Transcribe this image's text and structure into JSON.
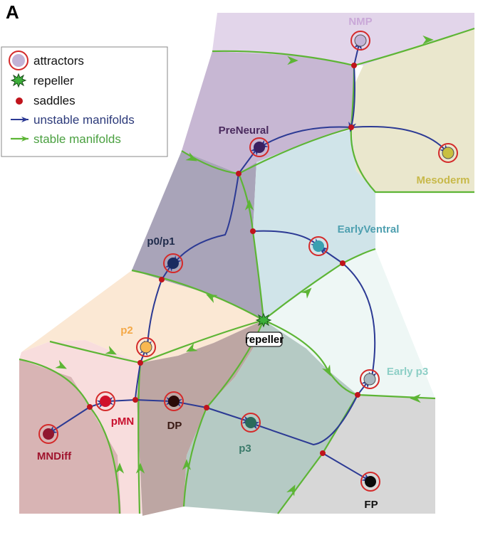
{
  "panel_letter": "A",
  "legend": {
    "attractors": "attractors",
    "repeller": "repeller",
    "saddles": "saddles",
    "unstable": "unstable manifolds",
    "stable": "stable manifolds"
  },
  "colors": {
    "stable": "#5db535",
    "unstable": "#2c3a94",
    "saddle": "#c0141c",
    "attractor_ring": "#d42a2a"
  },
  "attractors": {
    "NMP": "NMP",
    "PreNeural": "PreNeural",
    "Mesoderm": "Mesoderm",
    "EarlyVentral": "EarlyVentral",
    "p0p1": "p0/p1",
    "p2": "p2",
    "Earlyp3": "Early p3",
    "pMN": "pMN",
    "DP": "DP",
    "p3": "p3",
    "MNDiff": "MNDiff",
    "FP": "FP"
  },
  "repeller_label": "repeller"
}
